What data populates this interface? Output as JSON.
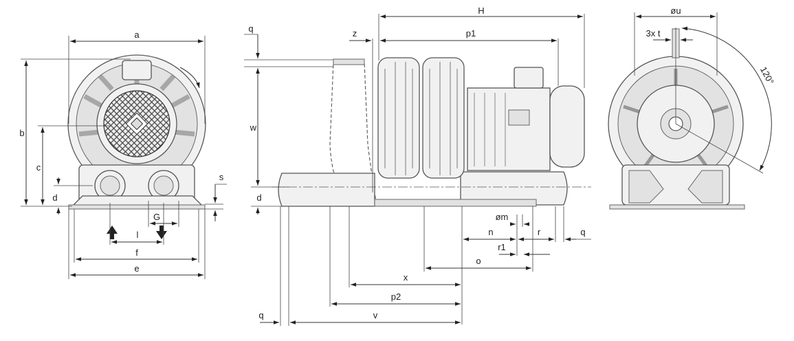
{
  "dimensions": {
    "a": "a",
    "b": "b",
    "c": "c",
    "d": "d",
    "e": "e",
    "f": "f",
    "l": "l",
    "G": "G",
    "s": "s",
    "H": "H",
    "z": "z",
    "p1": "p1",
    "q": "q",
    "w": "w",
    "m": "øm",
    "n": "n",
    "r": "r",
    "r1": "r1",
    "o": "o",
    "x": "x",
    "p2": "p2",
    "v": "v",
    "u": "øu",
    "t": "3x t",
    "angle": "120°"
  },
  "colors": {
    "line": "#333333",
    "fill": "#f1f1f1",
    "shade": "#e2e2e2"
  }
}
